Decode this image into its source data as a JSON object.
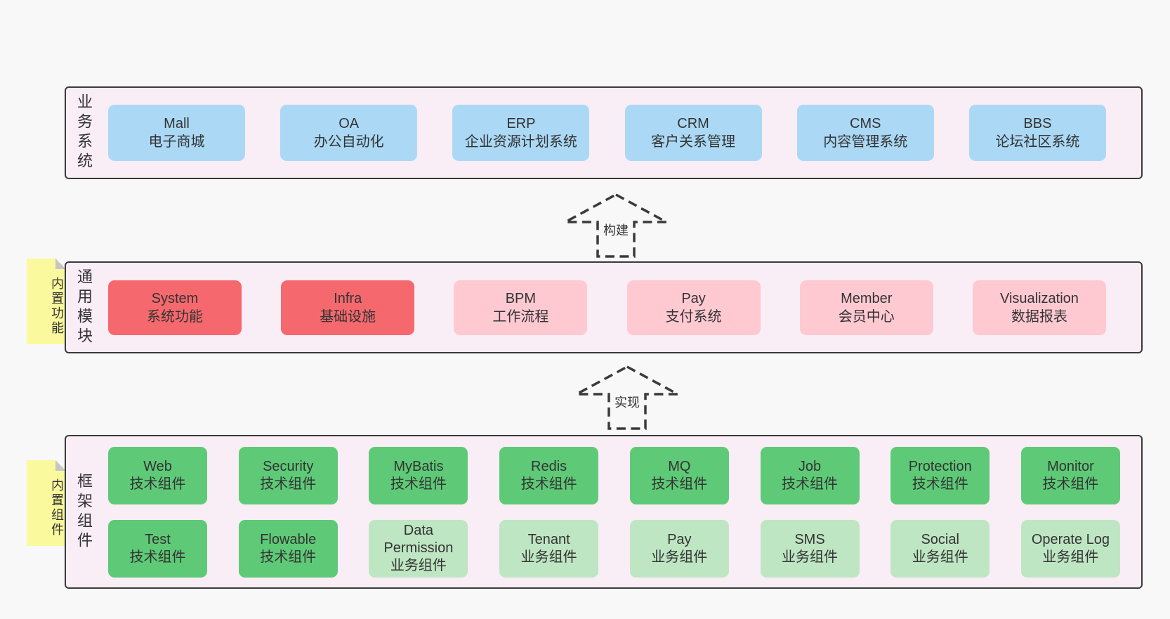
{
  "colors": {
    "page_bg": "#f8f8f8",
    "panel_bg": "#f9edf6",
    "panel_border": "#3a3a3a",
    "text": "#333333",
    "blue": "#abd9f5",
    "red": "#f5696e",
    "pink": "#ffc9d2",
    "green": "#5eca77",
    "light_green": "#bee6c3",
    "sticky_yellow": "#fbf99d",
    "sticky_fold_gray": "#c6c6c6"
  },
  "layers": [
    {
      "label": "业务系统",
      "rows": [
        [
          {
            "title": "Mall",
            "subtitle": "电子商城",
            "color": "blue"
          },
          {
            "title": "OA",
            "subtitle": "办公自动化",
            "color": "blue"
          },
          {
            "title": "ERP",
            "subtitle": "企业资源计划系统",
            "color": "blue"
          },
          {
            "title": "CRM",
            "subtitle": "客户关系管理",
            "color": "blue"
          },
          {
            "title": "CMS",
            "subtitle": "内容管理系统",
            "color": "blue"
          },
          {
            "title": "BBS",
            "subtitle": "论坛社区系统",
            "color": "blue"
          }
        ]
      ]
    },
    {
      "label": "通用模块",
      "sticky": "内置功能",
      "rows": [
        [
          {
            "title": "System",
            "subtitle": "系统功能",
            "color": "red"
          },
          {
            "title": "Infra",
            "subtitle": "基础设施",
            "color": "red"
          },
          {
            "title": "BPM",
            "subtitle": "工作流程",
            "color": "pink"
          },
          {
            "title": "Pay",
            "subtitle": "支付系统",
            "color": "pink"
          },
          {
            "title": "Member",
            "subtitle": "会员中心",
            "color": "pink"
          },
          {
            "title": "Visualization",
            "subtitle": "数据报表",
            "color": "pink"
          }
        ]
      ]
    },
    {
      "label": "框架组件",
      "sticky": "内置组件",
      "rows": [
        [
          {
            "title": "Web",
            "subtitle": "技术组件",
            "color": "green"
          },
          {
            "title": "Security",
            "subtitle": "技术组件",
            "color": "green"
          },
          {
            "title": "MyBatis",
            "subtitle": "技术组件",
            "color": "green"
          },
          {
            "title": "Redis",
            "subtitle": "技术组件",
            "color": "green"
          },
          {
            "title": "MQ",
            "subtitle": "技术组件",
            "color": "green"
          },
          {
            "title": "Job",
            "subtitle": "技术组件",
            "color": "green"
          },
          {
            "title": "Protection",
            "subtitle": "技术组件",
            "color": "green"
          },
          {
            "title": "Monitor",
            "subtitle": "技术组件",
            "color": "green"
          }
        ],
        [
          {
            "title": "Test",
            "subtitle": "技术组件",
            "color": "green"
          },
          {
            "title": "Flowable",
            "subtitle": "技术组件",
            "color": "green"
          },
          {
            "title": "Data Permission",
            "subtitle": "业务组件",
            "color": "light_green"
          },
          {
            "title": "Tenant",
            "subtitle": "业务组件",
            "color": "light_green"
          },
          {
            "title": "Pay",
            "subtitle": "业务组件",
            "color": "light_green"
          },
          {
            "title": "SMS",
            "subtitle": "业务组件",
            "color": "light_green"
          },
          {
            "title": "Social",
            "subtitle": "业务组件",
            "color": "light_green"
          },
          {
            "title": "Operate Log",
            "subtitle": "业务组件",
            "color": "light_green"
          }
        ]
      ]
    }
  ],
  "arrows": [
    {
      "label": "构建"
    },
    {
      "label": "实现"
    }
  ]
}
